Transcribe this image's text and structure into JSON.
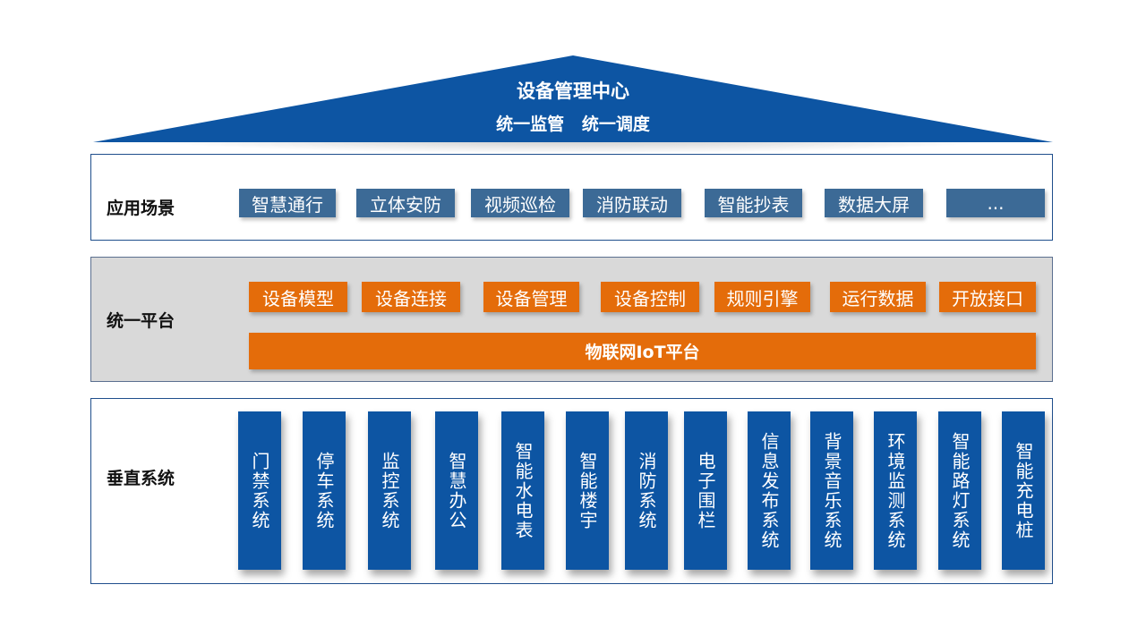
{
  "roof": {
    "title": "设备管理中心",
    "subtitle": "统一监管   统一调度",
    "color": "#0d55a3"
  },
  "app_layer": {
    "label": "应用场景",
    "items": [
      "智慧通行",
      "立体安防",
      "视频巡检",
      "消防联动",
      "智能抄表",
      "数据大屏",
      "..."
    ],
    "color": "#3c6a96"
  },
  "platform_layer": {
    "label": "统一平台",
    "items": [
      "设备模型",
      "设备连接",
      "设备管理",
      "设备控制",
      "规则引擎",
      "运行数据",
      "开放接口"
    ],
    "bar": "物联网IoT平台",
    "color": "#e46c0a"
  },
  "vertical_layer": {
    "label": "垂直系统",
    "items": [
      "门禁系统",
      "停车系统",
      "监控系统",
      "智慧办公",
      "智能水电表",
      "智能楼宇",
      "消防系统",
      "电子围栏",
      "信息发布系统",
      "背景音乐系统",
      "环境监测系统",
      "智能路灯系统",
      "智能充电桩"
    ],
    "color": "#0d55a3"
  }
}
